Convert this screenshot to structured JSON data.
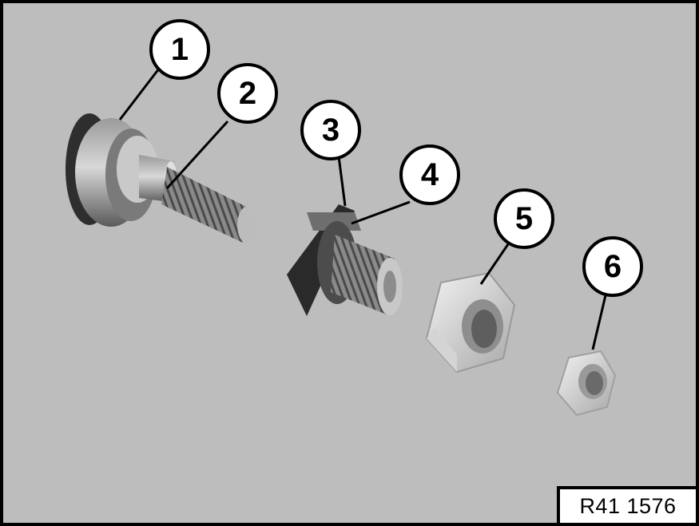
{
  "callouts": [
    {
      "number": "1",
      "part": "bolt-head-washer"
    },
    {
      "number": "2",
      "part": "bolt-thread"
    },
    {
      "number": "3",
      "part": "square-collar"
    },
    {
      "number": "4",
      "part": "threaded-sleeve"
    },
    {
      "number": "5",
      "part": "large-hex-nut"
    },
    {
      "number": "6",
      "part": "small-hex-nut"
    }
  ],
  "reference_code": "R41 1576",
  "colors": {
    "background": "#bdbdbd",
    "border": "#000000",
    "metal_dark": "#3a3a3a",
    "metal_light": "#e6e6e6"
  }
}
